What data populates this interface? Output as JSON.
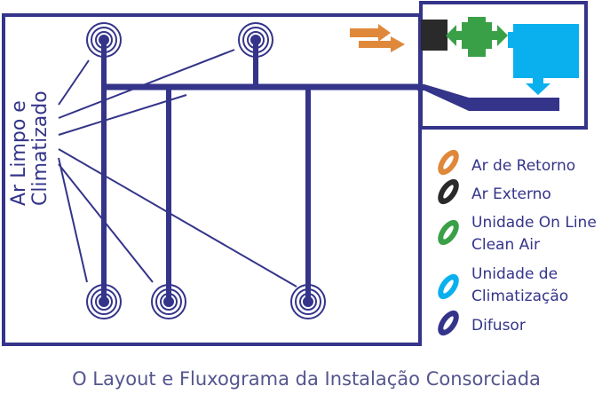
{
  "side_label": {
    "line1": "Ar Limpo e",
    "line2": "Climatizado"
  },
  "legend": [
    {
      "id": "retorno",
      "lines": [
        "Ar de Retorno"
      ],
      "color": "#e0883a"
    },
    {
      "id": "externo",
      "lines": [
        "Ar Externo"
      ],
      "color": "#2a2a2a"
    },
    {
      "id": "online",
      "lines": [
        "Unidade On Line",
        "Clean Air"
      ],
      "color": "#3aa048"
    },
    {
      "id": "climatizacao",
      "lines": [
        "Unidade de",
        "Climatização"
      ],
      "color": "#0ab0ee"
    },
    {
      "id": "difusor",
      "lines": [
        "Difusor"
      ],
      "color": "#34348a"
    }
  ],
  "caption": "O Layout e Fluxograma da Instalação Consorciada",
  "colors": {
    "frame": "#34348a",
    "duct": "#34348a",
    "text": "#34348a",
    "caption": "#55558e"
  }
}
